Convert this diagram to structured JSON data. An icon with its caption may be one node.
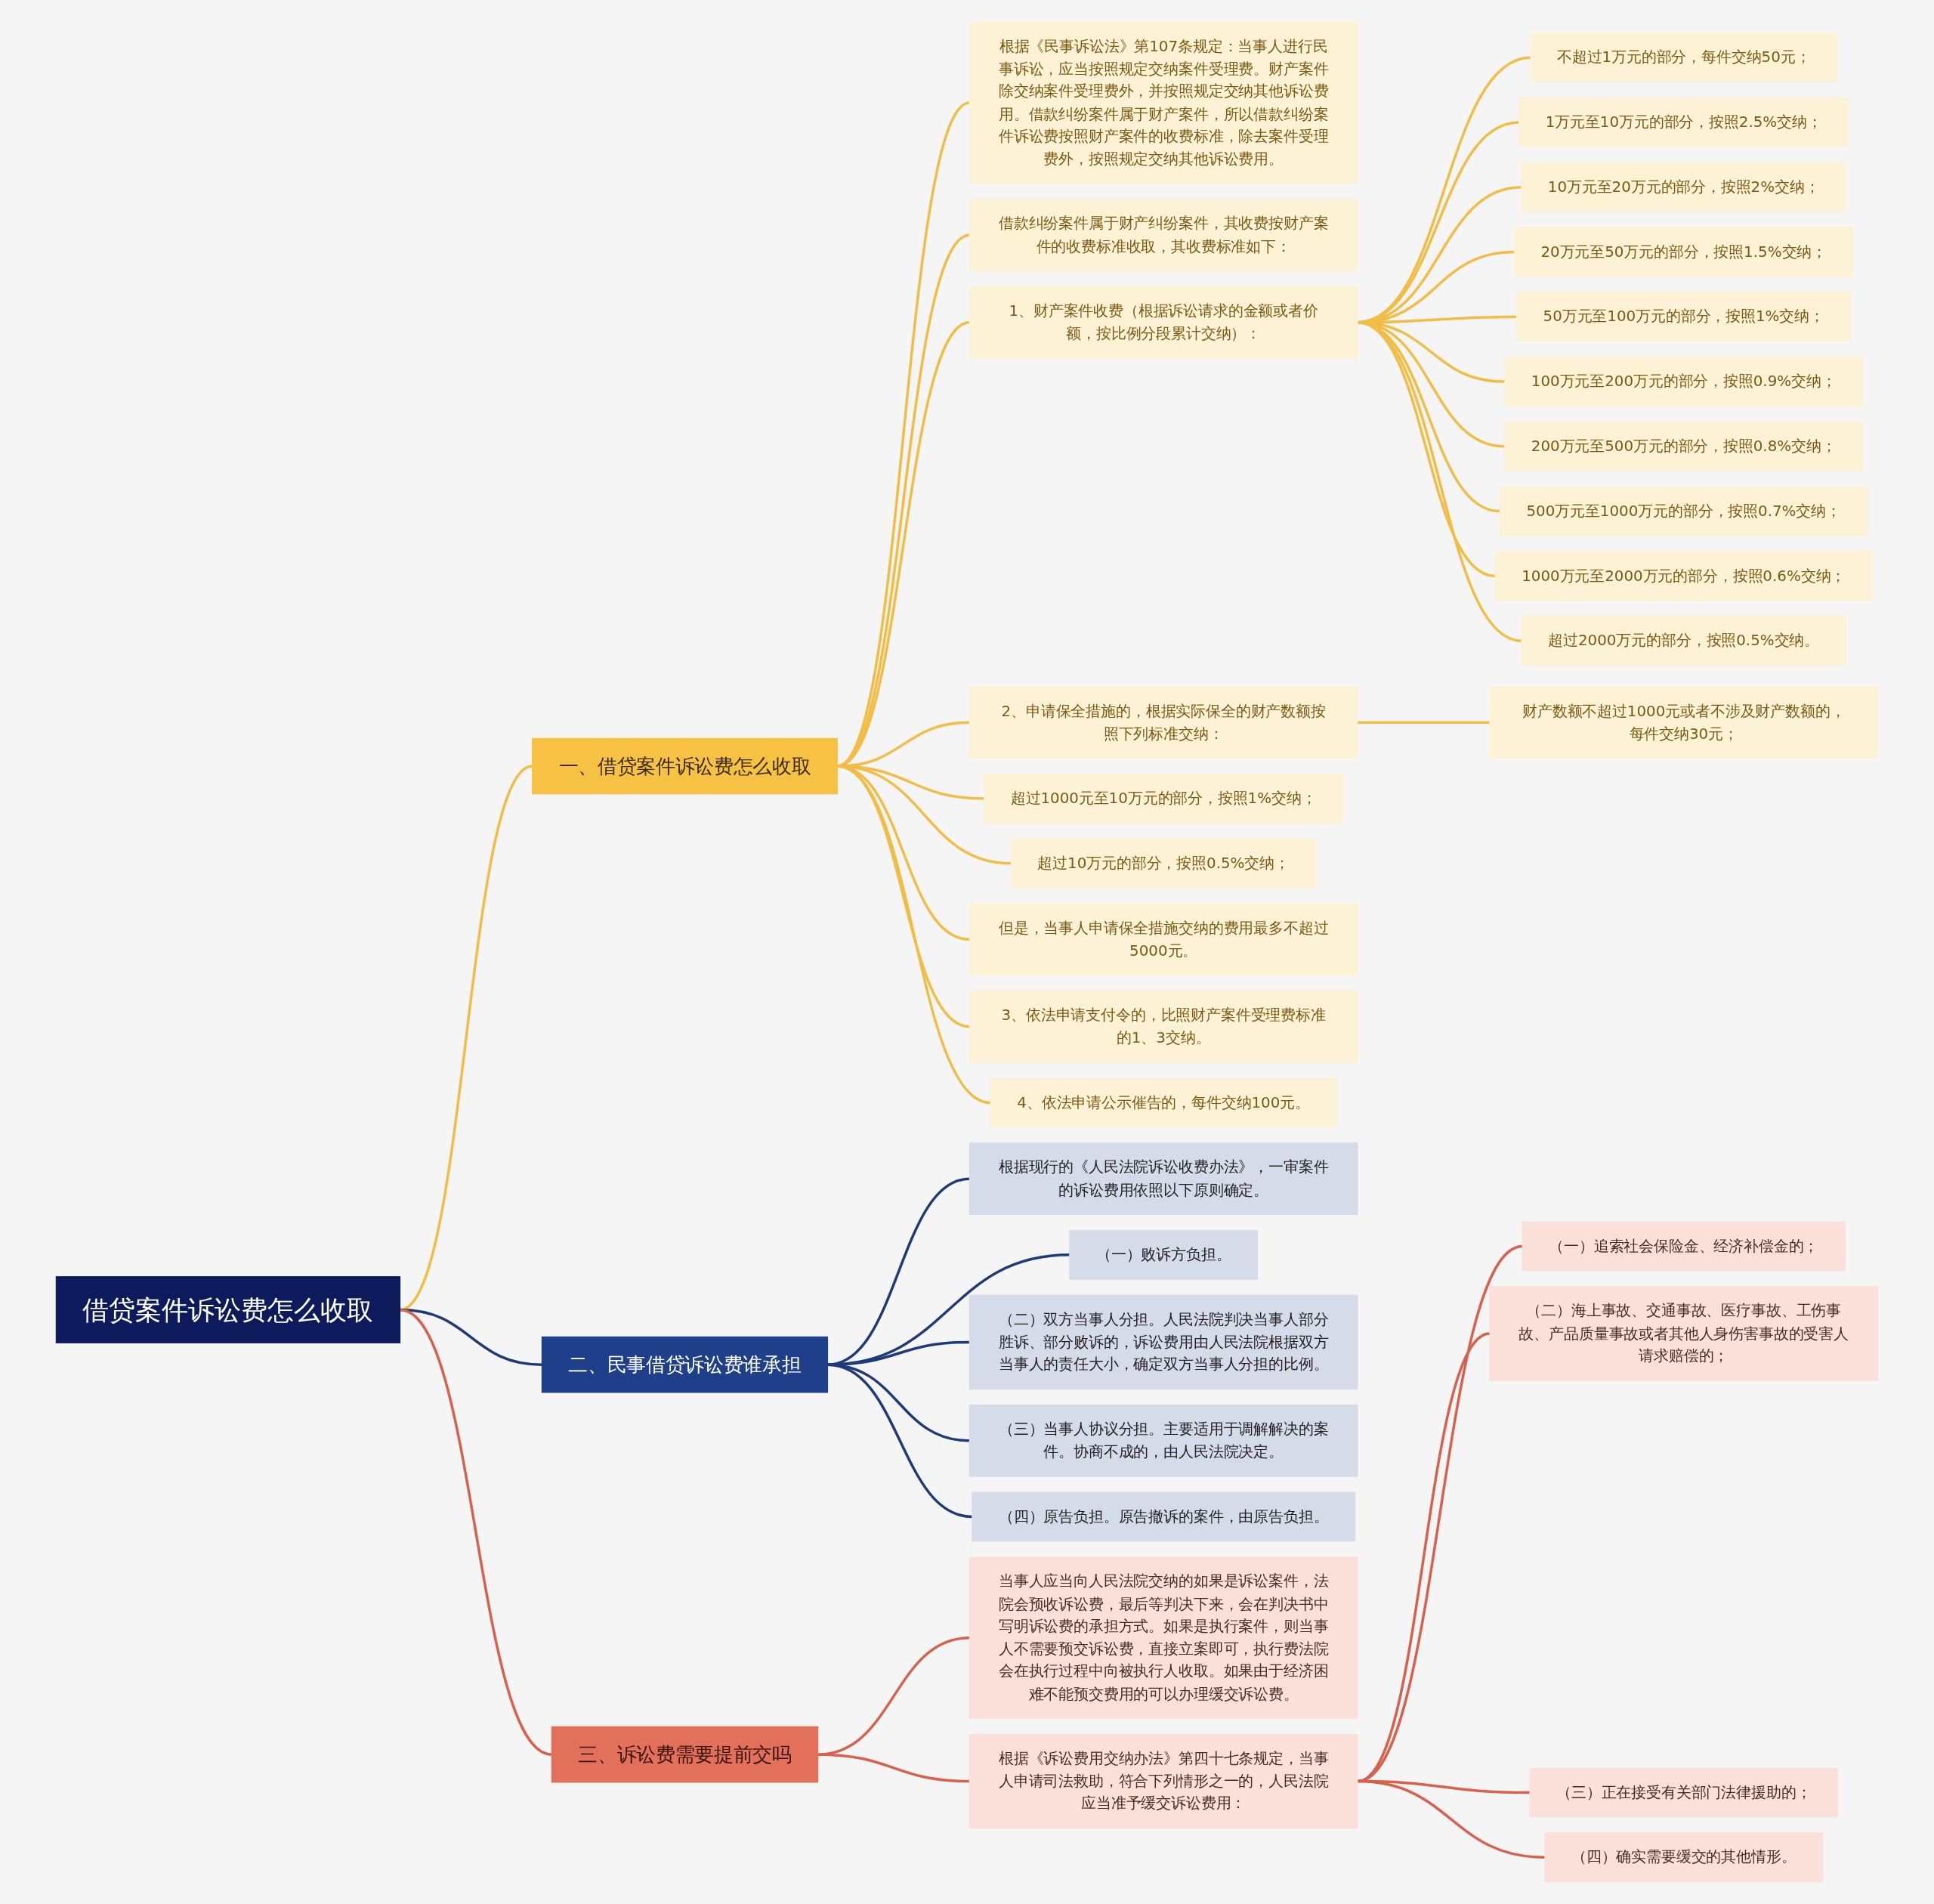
{
  "diagram": {
    "nodes": [
      {
        "text": [
          "借贷案件诉讼费怎么收取"
        ]
      },
      {
        "text": [
          "一、借贷案件诉讼费怎么收取"
        ]
      },
      {
        "text": [
          "根据《民事诉讼法》第107条规定：当事人进行民事诉讼，应当按照规定交纳案件受理费。财产案件除交纳案件受理费外，并按照规定交纳其他诉讼费用。借款纠纷案件属于财产案件，所以借款纠纷案件诉讼费按照财产案件的收费标准，除去案件受理费外，按照规定交纳其他诉讼费用。"
        ]
      },
      {
        "text": [
          "借款纠纷案件属于财产纠纷案件，其收费按财产案件的收费标准收取，其收费标准如下："
        ]
      },
      {
        "text": [
          "1、财产案件收费（根据诉讼请求的金额或者价额，按比例分段累计交纳）："
        ]
      },
      {
        "text": [
          "不超过1万元的部分，每件交纳50元；"
        ]
      },
      {
        "text": [
          "1万元至10万元的部分，按照2.5%交纳；"
        ]
      },
      {
        "text": [
          "10万元至20万元的部分，按照2%交纳；"
        ]
      },
      {
        "text": [
          "20万元至50万元的部分，按照1.5%交纳；"
        ]
      },
      {
        "text": [
          "50万元至100万元的部分，按照1%交纳；"
        ]
      },
      {
        "text": [
          "100万元至200万元的部分，按照0.9%交纳；"
        ]
      },
      {
        "text": [
          "200万元至500万元的部分，按照0.8%交纳；"
        ]
      },
      {
        "text": [
          "500万元至1000万元的部分，按照0.7%交纳；"
        ]
      },
      {
        "text": [
          "1000万元至2000万元的部分，按照0.6%交纳；"
        ]
      },
      {
        "text": [
          "超过2000万元的部分，按照0.5%交纳。"
        ]
      },
      {
        "text": [
          "2、申请保全措施的，根据实际保全的财产数额按照下列标准交纳："
        ]
      },
      {
        "text": [
          "财产数额不超过1000元或者不涉及财产数额的，每件交纳30元；"
        ]
      },
      {
        "text": [
          "超过1000元至10万元的部分，按照1%交纳；"
        ]
      },
      {
        "text": [
          "超过10万元的部分，按照0.5%交纳；"
        ]
      },
      {
        "text": [
          "但是，当事人申请保全措施交纳的费用最多不超过5000元。"
        ]
      },
      {
        "text": [
          "3、依法申请支付令的，比照财产案件受理费标准的1、3交纳。"
        ]
      },
      {
        "text": [
          "4、依法申请公示催告的，每件交纳100元。"
        ]
      },
      {
        "text": [
          "二、民事借贷诉讼费谁承担"
        ]
      },
      {
        "text": [
          "根据现行的《人民法院诉讼收费办法》，一审案件的诉讼费用依照以下原则确定。"
        ]
      },
      {
        "text": [
          "（一）败诉方负担。"
        ]
      },
      {
        "text": [
          "（二）双方当事人分担。人民法院判决当事人部分胜诉、部分败诉的，诉讼费用由人民法院根据双方当事人的责任大小，确定双方当事人分担的比例。"
        ]
      },
      {
        "text": [
          "（三）当事人协议分担。主要适用于调解解决的案件。协商不成的，由人民法院决定。"
        ]
      },
      {
        "text": [
          "（四）原告负担。原告撤诉的案件，由原告负担。"
        ]
      },
      {
        "text": [
          "三、诉讼费需要提前交吗"
        ]
      },
      {
        "text": [
          "当事人应当向人民法院交纳的如果是诉讼案件，法院会预收诉讼费，最后等判决下来，会在判决书中写明诉讼费的承担方式。如果是执行案件，则当事人不需要预交诉讼费，直接立案即可，执行费法院会在执行过程中向被执行人收取。如果由于经济困难不能预交费用的可以办理缓交诉讼费。"
        ]
      },
      {
        "text": [
          "根据《诉讼费用交纳办法》第四十七条规定，当事人申请司法救助，符合下列情形之一的，人民法院应当准予缓交诉讼费用："
        ]
      },
      {
        "text": [
          "（一）追索社会保险金、经济补偿金的；"
        ]
      },
      {
        "text": [
          "（二）海上事故、交通事故、医疗事故、工伤事故、产品质量事故或者其他人身伤害事故的受害人请求赔偿的；"
        ]
      },
      {
        "text": [
          "（三）正在接受有关部门法律援助的；"
        ]
      },
      {
        "text": [
          "（四）确实需要缓交的其他情形。"
        ]
      }
    ],
    "edges": [
      {
        "from": 0,
        "to": 1,
        "arrow": "none"
      },
      {
        "from": 0,
        "to": 22,
        "arrow": "none",
        "color": "#1f3a7a"
      },
      {
        "from": 0,
        "to": 28,
        "arrow": "none",
        "color": "#d9604c"
      },
      {
        "from": 1,
        "to": 2,
        "arrow": "none"
      },
      {
        "from": 1,
        "to": 3,
        "arrow": "none"
      },
      {
        "from": 1,
        "to": 4,
        "arrow": "none"
      },
      {
        "from": 4,
        "to": 5,
        "arrow": "none"
      },
      {
        "from": 4,
        "to": 6,
        "arrow": "none"
      },
      {
        "from": 4,
        "to": 7,
        "arrow": "none"
      },
      {
        "from": 4,
        "to": 8,
        "arrow": "none"
      },
      {
        "from": 4,
        "to": 9,
        "arrow": "none"
      },
      {
        "from": 4,
        "to": 10,
        "arrow": "none"
      },
      {
        "from": 4,
        "to": 11,
        "arrow": "none"
      },
      {
        "from": 4,
        "to": 12,
        "arrow": "none"
      },
      {
        "from": 4,
        "to": 13,
        "arrow": "none"
      },
      {
        "from": 4,
        "to": 14,
        "arrow": "none"
      },
      {
        "from": 1,
        "to": 15,
        "arrow": "none"
      },
      {
        "from": 15,
        "to": 16,
        "arrow": "none"
      },
      {
        "from": 1,
        "to": 17,
        "arrow": "none"
      },
      {
        "from": 1,
        "to": 18,
        "arrow": "none"
      },
      {
        "from": 1,
        "to": 19,
        "arrow": "none"
      },
      {
        "from": 1,
        "to": 20,
        "arrow": "none"
      },
      {
        "from": 1,
        "to": 21,
        "arrow": "none"
      },
      {
        "from": 22,
        "to": 23,
        "arrow": "none",
        "color": "#1f3a7a"
      },
      {
        "from": 22,
        "to": 24,
        "arrow": "none",
        "color": "#1f3a7a"
      },
      {
        "from": 22,
        "to": 25,
        "arrow": "none",
        "color": "#1f3a7a"
      },
      {
        "from": 22,
        "to": 26,
        "arrow": "none",
        "color": "#1f3a7a"
      },
      {
        "from": 22,
        "to": 27,
        "arrow": "none",
        "color": "#1f3a7a"
      },
      {
        "from": 28,
        "to": 29,
        "arrow": "none",
        "color": "#d9604c"
      },
      {
        "from": 28,
        "to": 30,
        "arrow": "none",
        "color": "#d9604c"
      },
      {
        "from": 30,
        "to": 31,
        "arrow": "none",
        "color": "#d9604c"
      },
      {
        "from": 30,
        "to": 32,
        "arrow": "none",
        "color": "#d9604c"
      },
      {
        "from": 30,
        "to": 33,
        "arrow": "none",
        "color": "#d9604c"
      },
      {
        "from": 30,
        "to": 34,
        "arrow": "none",
        "color": "#d9604c"
      }
    ]
  }
}
